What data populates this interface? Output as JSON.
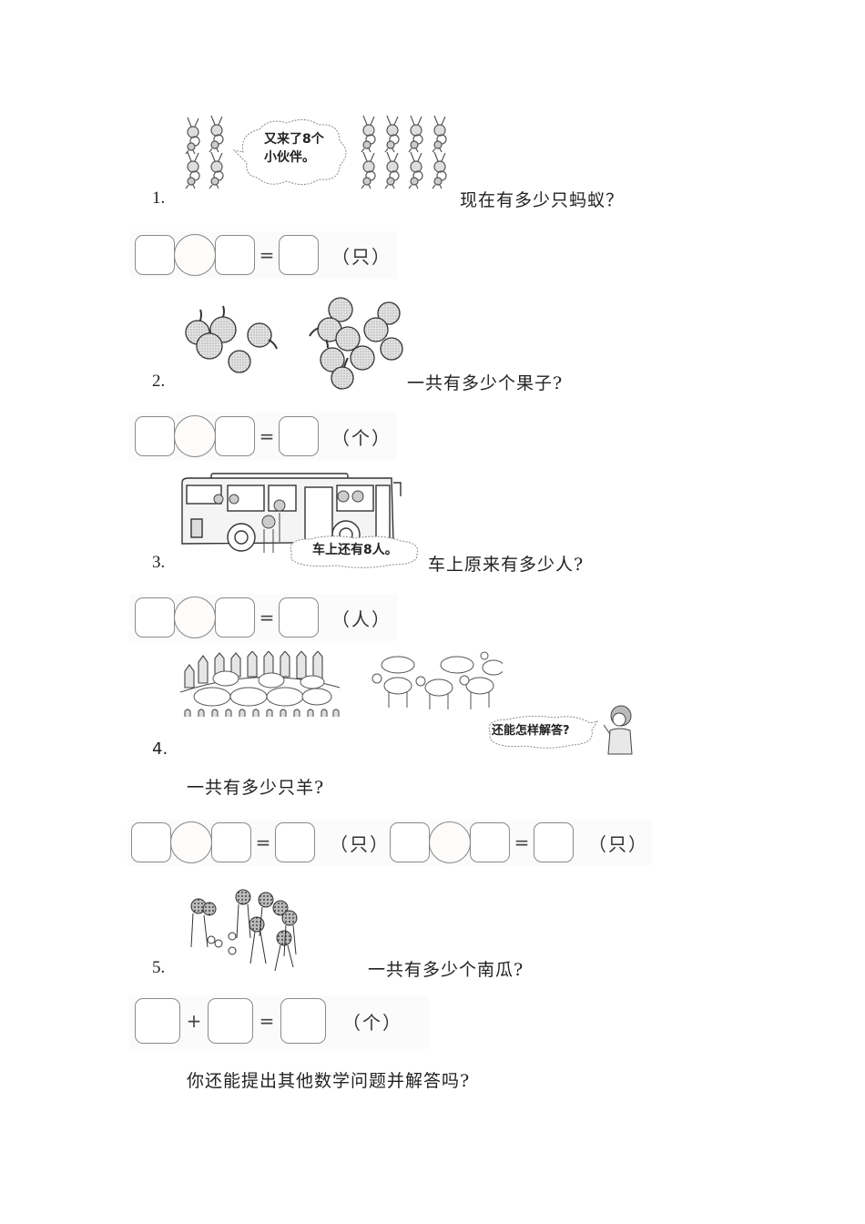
{
  "questions": [
    {
      "number": "1.",
      "illustration": "ants-group",
      "speech_bubble": [
        "又来了8个",
        "小伙伴。"
      ],
      "question": "现在有多少只蚂蚁？",
      "equations": [
        {
          "slots": [
            "box",
            "circle",
            "box",
            "=",
            "box"
          ],
          "unit": "（只）"
        }
      ]
    },
    {
      "number": "2.",
      "illustration": "fruit-groups",
      "question": "一共有多少个果子?",
      "equations": [
        {
          "slots": [
            "box",
            "circle",
            "box",
            "=",
            "box"
          ],
          "unit": "（个）"
        }
      ]
    },
    {
      "number": "3.",
      "illustration": "bus-with-passengers",
      "speech_bubble": [
        "车上还有8人。"
      ],
      "question": "车上原来有多少人?",
      "equations": [
        {
          "slots": [
            "box",
            "circle",
            "box",
            "=",
            "box"
          ],
          "unit": "（人）"
        }
      ]
    },
    {
      "number": "4.",
      "illustration": "sheep-and-goats",
      "speech_bubble": [
        "还能怎样解答?"
      ],
      "question": "一共有多少只羊?",
      "equations": [
        {
          "slots": [
            "box",
            "circle",
            "box",
            "=",
            "box"
          ],
          "unit": "（只）"
        },
        {
          "slots": [
            "box",
            "circle",
            "box",
            "=",
            "box"
          ],
          "unit": "（只）"
        }
      ]
    },
    {
      "number": "5.",
      "illustration": "children-carrying-pumpkins",
      "question": "一共有多少个南瓜?",
      "equations": [
        {
          "slots": [
            "box",
            "+",
            "box",
            "=",
            "box"
          ],
          "unit": "（个）"
        }
      ]
    }
  ],
  "operators": {
    "equals": "=",
    "plus": "+"
  },
  "closing_prompt": "你还能提出其他数学问题并解答吗?"
}
